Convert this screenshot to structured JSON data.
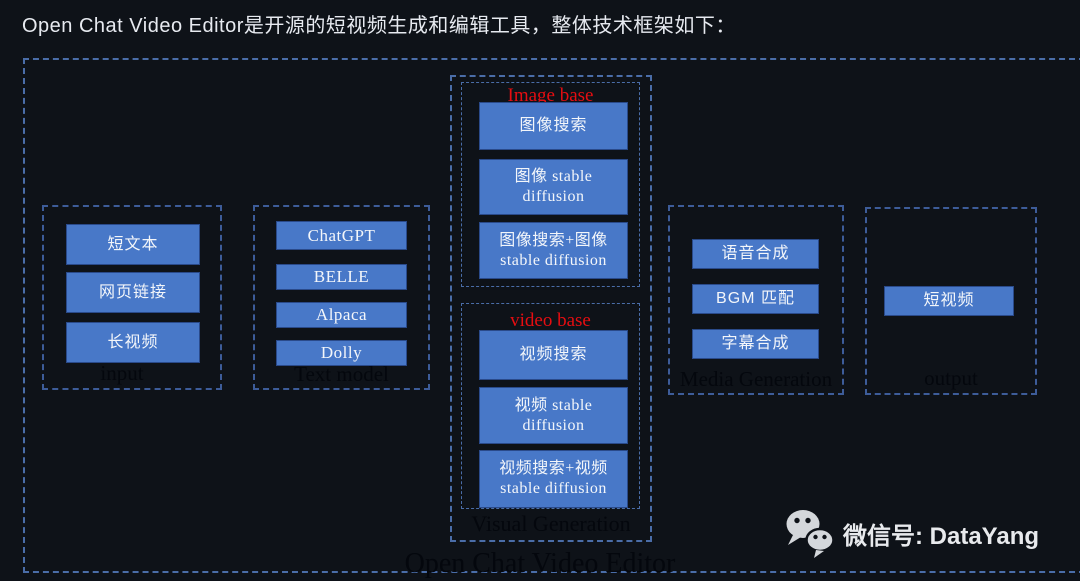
{
  "page": {
    "title": "Open Chat Video Editor是开源的短视频生成和编辑工具，整体技术框架如下：",
    "diagram_label": "Open Chat Video Editor"
  },
  "colors": {
    "background": "#0e1218",
    "box_blue": "#4878c8",
    "dashed_border_outer": "#4a6da8",
    "dashed_border_group": "#3d5c99",
    "red_label": "#e60d11",
    "dark_label": "#04070d",
    "box_text": "#f3f6fa"
  },
  "groups": {
    "input": {
      "label": "input",
      "boxes": [
        "短文本",
        "网页链接",
        "长视频"
      ]
    },
    "text_model": {
      "label": "Text model",
      "boxes": [
        "ChatGPT",
        "BELLE",
        "Alpaca",
        "Dolly"
      ]
    },
    "visual_generation": {
      "label": "Visual Generation",
      "image_base": {
        "label": "Image base",
        "boxes": [
          "图像搜索",
          "图像 stable diffusion",
          "图像搜索+图像 stable diffusion"
        ]
      },
      "video_base": {
        "label": "video base",
        "boxes": [
          "视频搜索",
          "视频 stable diffusion",
          "视频搜索+视频 stable diffusion"
        ]
      }
    },
    "media_generation": {
      "label": "Media Generation",
      "boxes": [
        "语音合成",
        "BGM 匹配",
        "字幕合成"
      ]
    },
    "output": {
      "label": "output",
      "boxes": [
        "短视频"
      ]
    }
  },
  "footer": {
    "wechat_icon": "wechat-icon",
    "wechat_label": "微信号: DataYang"
  }
}
